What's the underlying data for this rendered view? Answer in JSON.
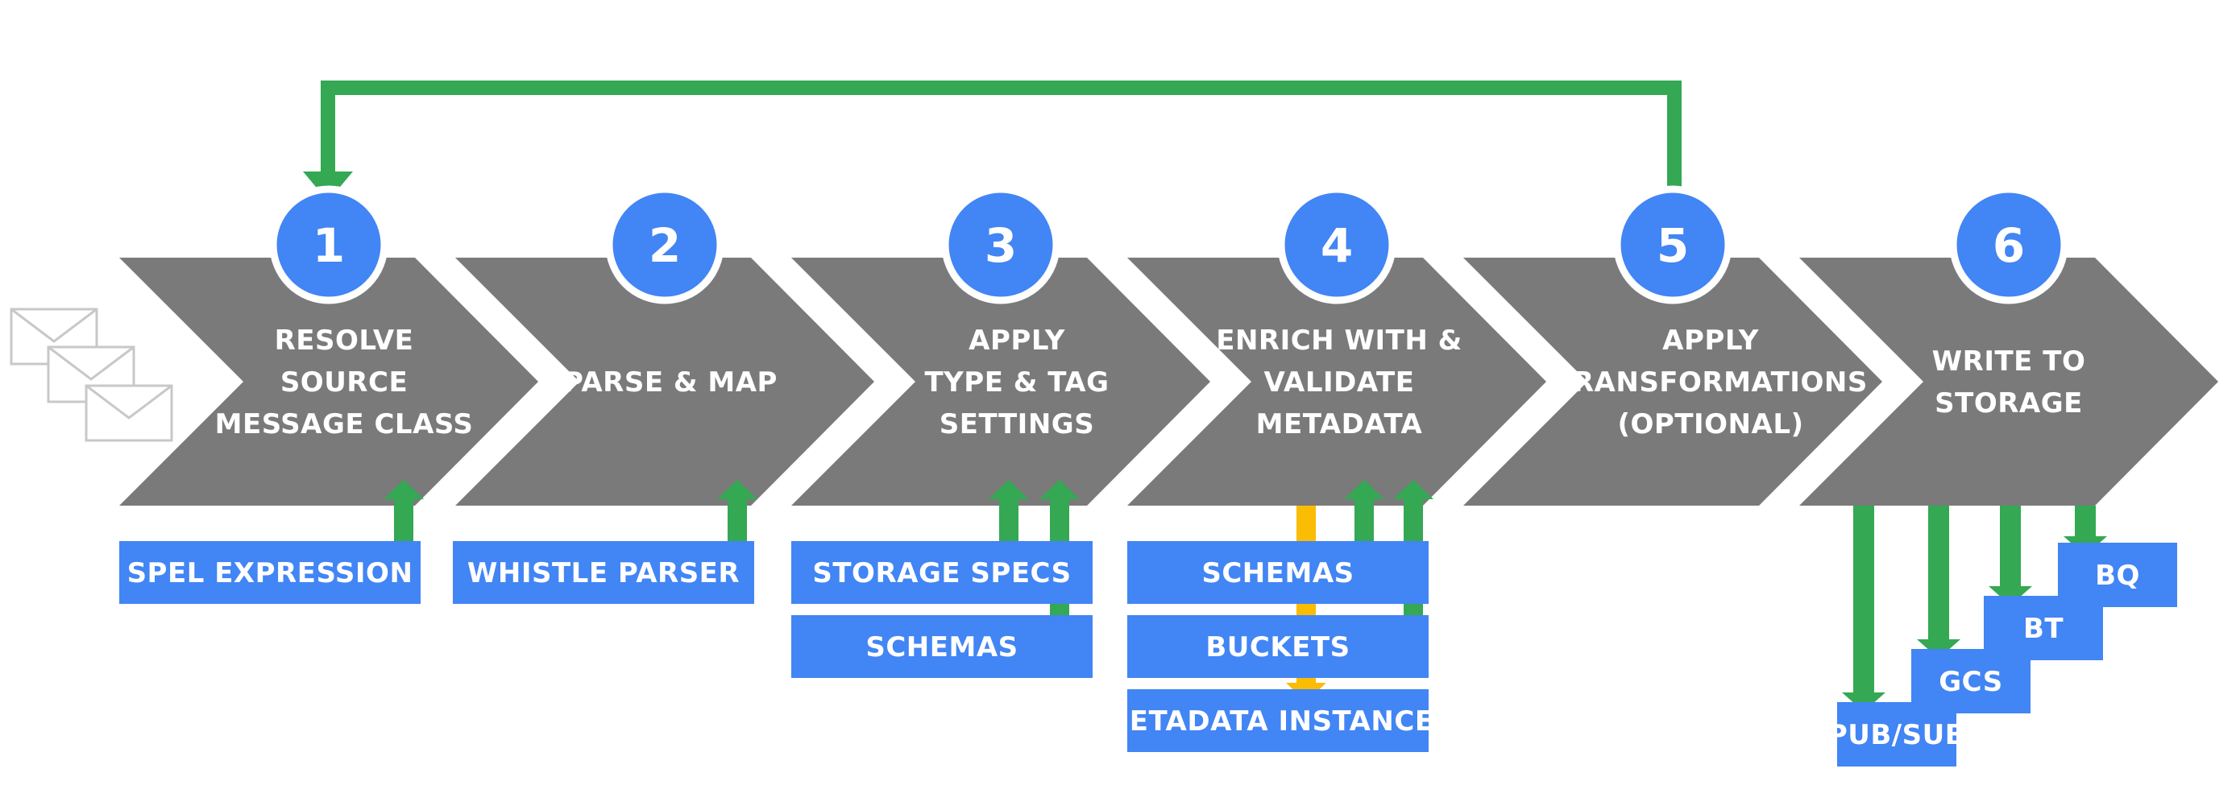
{
  "colors": {
    "chevron": "#7a7a7a",
    "badge": "#4285f4",
    "box": "#4285f4",
    "arrow_green": "#34a853",
    "arrow_yellow": "#fbbc04",
    "envelope": "#c8c8c8"
  },
  "icons": {
    "input_messages": "envelope-stack-icon"
  },
  "steps": [
    {
      "number": "1",
      "lines": [
        "RESOLVE",
        "SOURCE",
        "MESSAGE CLASS"
      ]
    },
    {
      "number": "2",
      "lines": [
        "PARSE & MAP"
      ]
    },
    {
      "number": "3",
      "lines": [
        "APPLY",
        "TYPE & TAG",
        "SETTINGS"
      ]
    },
    {
      "number": "4",
      "lines": [
        "ENRICH WITH &",
        "VALIDATE",
        "METADATA"
      ]
    },
    {
      "number": "5",
      "lines": [
        "APPLY",
        "TRANSFORMATIONS",
        "(OPTIONAL)"
      ]
    },
    {
      "number": "6",
      "lines": [
        "WRITE TO",
        "STORAGE"
      ]
    }
  ],
  "inputs": {
    "spel_expression": "SPEL EXPRESSION",
    "whistle_parser": "WHISTLE PARSER",
    "storage_specs": "STORAGE SPECS",
    "schemas_step3": "SCHEMAS",
    "schemas_step4": "SCHEMAS",
    "buckets": "BUCKETS",
    "metadata_instances": "METADATA INSTANCES"
  },
  "outputs": {
    "pubsub": "PUB/SUB",
    "gcs": "GCS",
    "bt": "BT",
    "bq": "BQ"
  }
}
